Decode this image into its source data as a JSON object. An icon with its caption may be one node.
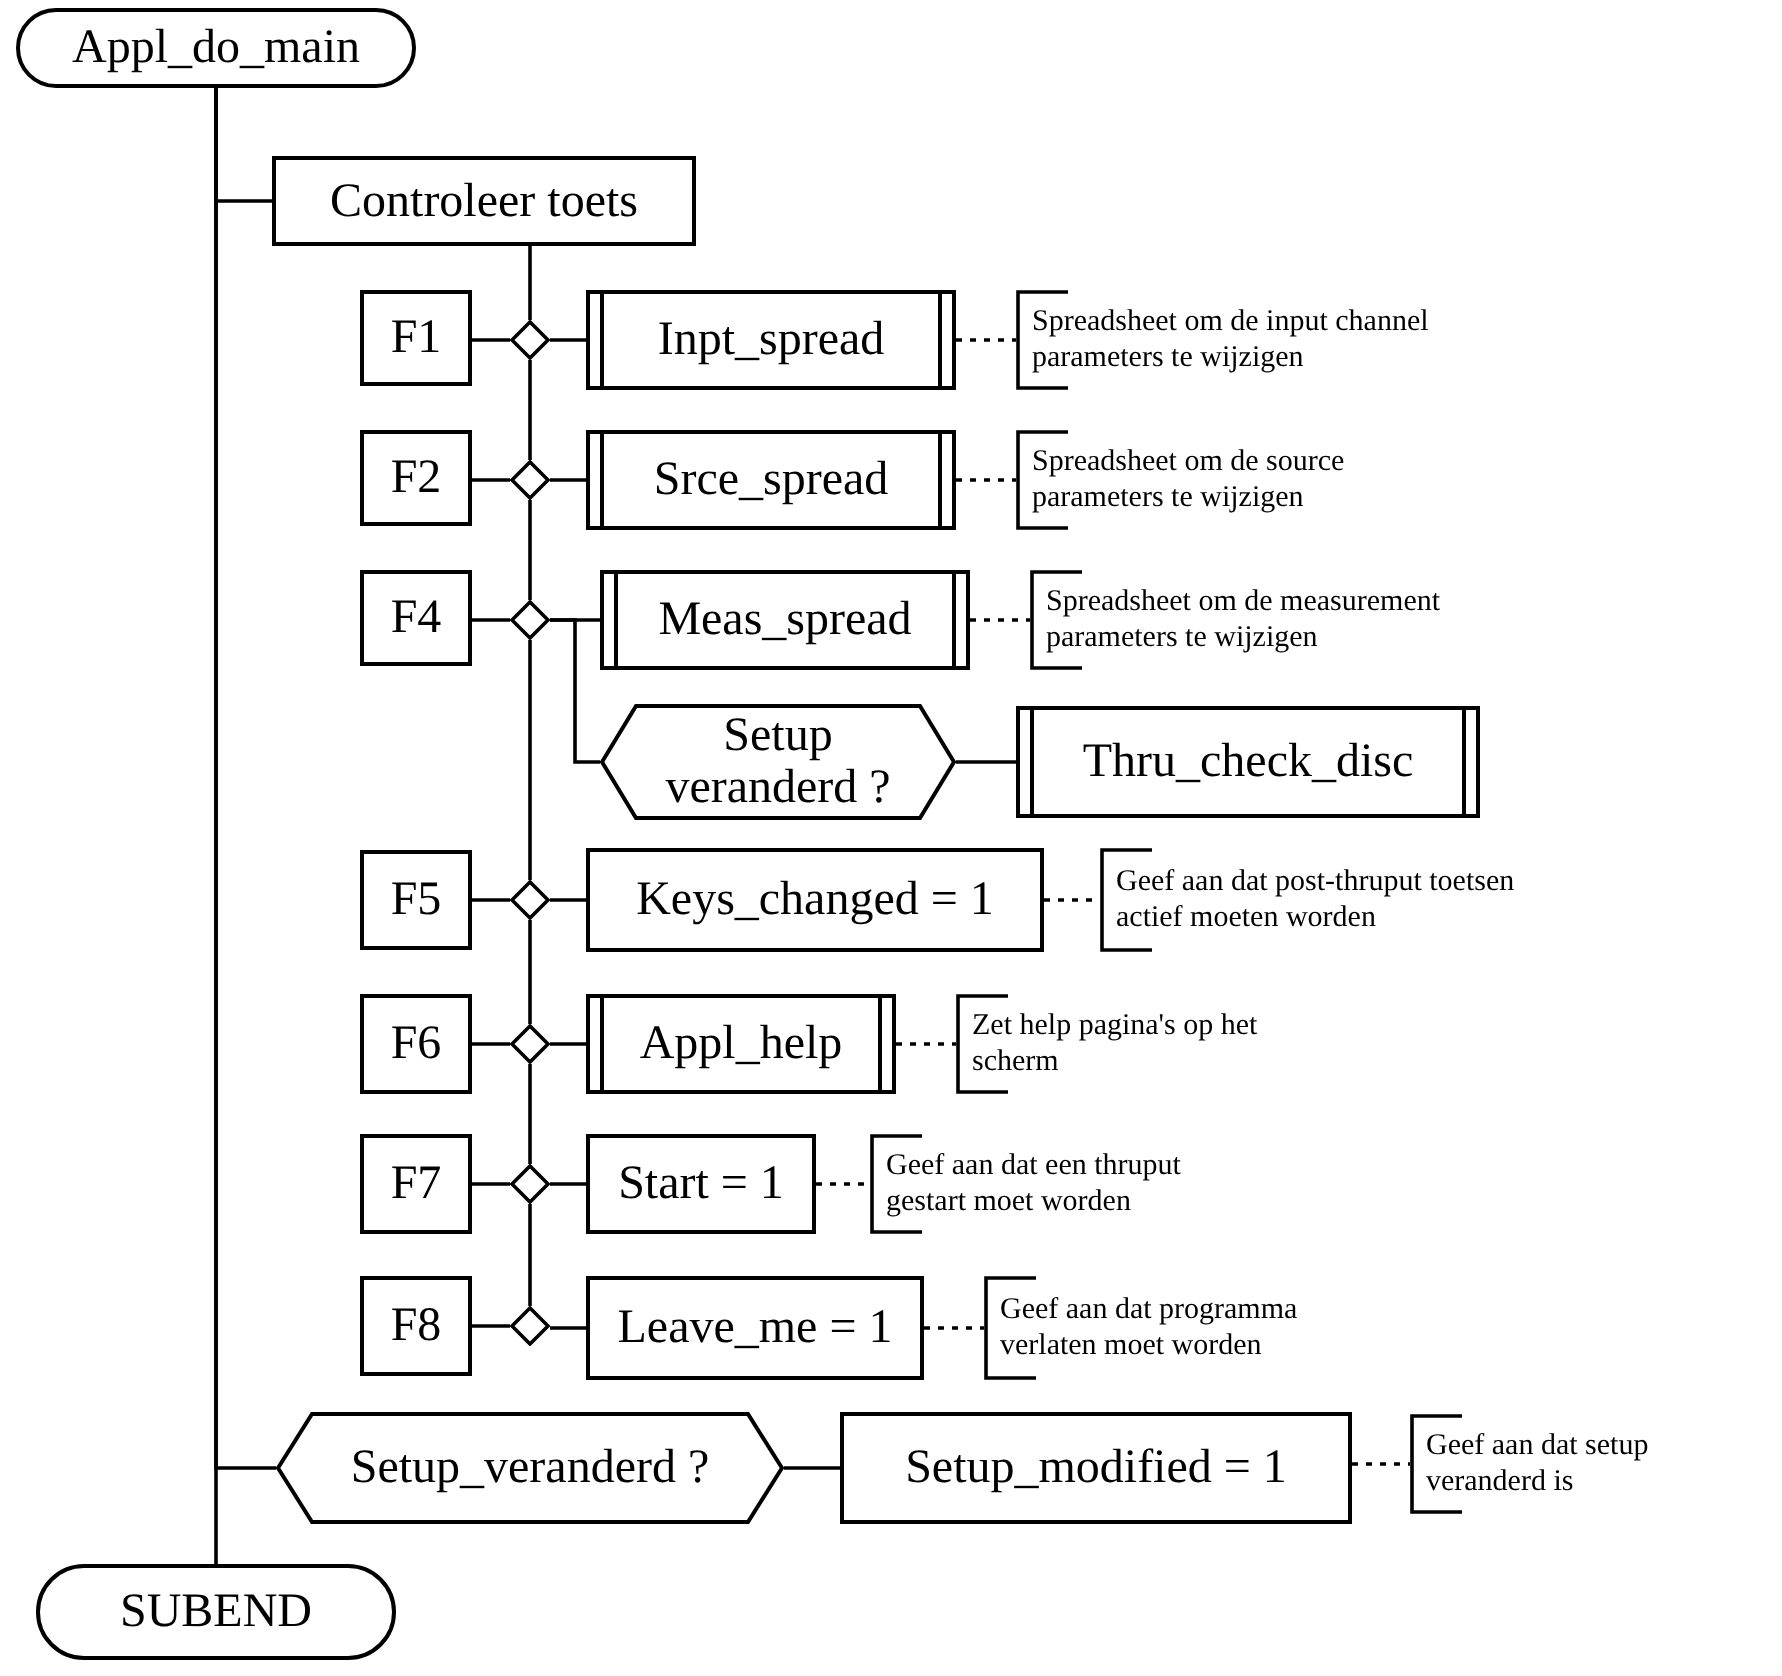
{
  "diagram": {
    "nodes": [
      {
        "text": [
          "Appl_do_main"
        ]
      },
      {
        "text": [
          "Controleer toets"
        ]
      },
      {
        "text": [
          "F1"
        ]
      },
      {
        "text": [],
        "shape": "diamond"
      },
      {
        "text": [
          "Inpt_spread"
        ]
      },
      {
        "text": [
          "Spreadsheet om de input channel parameters te wijzigen"
        ]
      },
      {
        "text": [
          "F2"
        ]
      },
      {
        "text": [],
        "shape": "diamond"
      },
      {
        "text": [
          "Srce_spread"
        ]
      },
      {
        "text": [
          "Spreadsheet om de source parameters te wijzigen"
        ]
      },
      {
        "text": [
          "F4"
        ]
      },
      {
        "text": [],
        "shape": "diamond"
      },
      {
        "text": [
          "Meas_spread"
        ]
      },
      {
        "text": [
          "Spreadsheet om de measurement parameters te wijzigen"
        ]
      },
      {
        "text": [
          "Setup veranderd ?"
        ]
      },
      {
        "text": [
          "Thru_check_disc"
        ]
      },
      {
        "text": [
          "F5"
        ]
      },
      {
        "text": [],
        "shape": "diamond"
      },
      {
        "text": [
          "Keys_changed = 1"
        ]
      },
      {
        "text": [
          "Geef aan dat post-thruput toetsen actief moeten worden"
        ]
      },
      {
        "text": [
          "F6"
        ]
      },
      {
        "text": [],
        "shape": "diamond"
      },
      {
        "text": [
          "Appl_help"
        ]
      },
      {
        "text": [
          "Zet help pagina's op het scherm"
        ]
      },
      {
        "text": [
          "F7"
        ]
      },
      {
        "text": [],
        "shape": "diamond"
      },
      {
        "text": [
          "Start = 1"
        ]
      },
      {
        "text": [
          "Geef aan dat een thruput gestart moet worden"
        ]
      },
      {
        "text": [
          "F8"
        ]
      },
      {
        "text": [],
        "shape": "diamond"
      },
      {
        "text": [
          "Leave_me = 1"
        ]
      },
      {
        "text": [
          "Geef aan dat programma verlaten moet worden"
        ]
      },
      {
        "text": [
          "Setup_veranderd ?"
        ]
      },
      {
        "text": [
          "Setup_modified = 1"
        ]
      },
      {
        "text": [
          "Geef aan dat setup veranderd is"
        ]
      },
      {
        "text": [
          "SUBEND"
        ]
      }
    ],
    "edges": [
      {
        "from": 0,
        "to": 1,
        "arrow": "none"
      },
      {
        "from": 0,
        "to": 32,
        "arrow": "none"
      },
      {
        "from": 0,
        "to": 35,
        "arrow": "none"
      },
      {
        "from": 1,
        "to": 3,
        "arrow": "none"
      },
      {
        "from": 3,
        "to": 7,
        "arrow": "none"
      },
      {
        "from": 7,
        "to": 11,
        "arrow": "none"
      },
      {
        "from": 11,
        "to": 17,
        "arrow": "none"
      },
      {
        "from": 17,
        "to": 21,
        "arrow": "none"
      },
      {
        "from": 21,
        "to": 25,
        "arrow": "none"
      },
      {
        "from": 25,
        "to": 29,
        "arrow": "none"
      },
      {
        "from": 2,
        "to": 3,
        "arrow": "none"
      },
      {
        "from": 3,
        "to": 4,
        "arrow": "none"
      },
      {
        "from": 4,
        "to": 5,
        "arrow": "none",
        "style": "dashed"
      },
      {
        "from": 6,
        "to": 7,
        "arrow": "none"
      },
      {
        "from": 7,
        "to": 8,
        "arrow": "none"
      },
      {
        "from": 8,
        "to": 9,
        "arrow": "none",
        "style": "dashed"
      },
      {
        "from": 10,
        "to": 11,
        "arrow": "none"
      },
      {
        "from": 11,
        "to": 12,
        "arrow": "none"
      },
      {
        "from": 12,
        "to": 13,
        "arrow": "none",
        "style": "dashed"
      },
      {
        "from": 11,
        "to": 14,
        "arrow": "none"
      },
      {
        "from": 14,
        "to": 15,
        "arrow": "none"
      },
      {
        "from": 16,
        "to": 17,
        "arrow": "none"
      },
      {
        "from": 17,
        "to": 18,
        "arrow": "none"
      },
      {
        "from": 18,
        "to": 19,
        "arrow": "none",
        "style": "dashed"
      },
      {
        "from": 20,
        "to": 21,
        "arrow": "none"
      },
      {
        "from": 21,
        "to": 22,
        "arrow": "none"
      },
      {
        "from": 22,
        "to": 23,
        "arrow": "none",
        "style": "dashed"
      },
      {
        "from": 24,
        "to": 25,
        "arrow": "none"
      },
      {
        "from": 25,
        "to": 26,
        "arrow": "none"
      },
      {
        "from": 26,
        "to": 27,
        "arrow": "none",
        "style": "dashed"
      },
      {
        "from": 28,
        "to": 29,
        "arrow": "none"
      },
      {
        "from": 29,
        "to": 30,
        "arrow": "none"
      },
      {
        "from": 30,
        "to": 31,
        "arrow": "none",
        "style": "dashed"
      },
      {
        "from": 32,
        "to": 33,
        "arrow": "none"
      },
      {
        "from": 33,
        "to": 34,
        "arrow": "none",
        "style": "dashed"
      }
    ]
  }
}
